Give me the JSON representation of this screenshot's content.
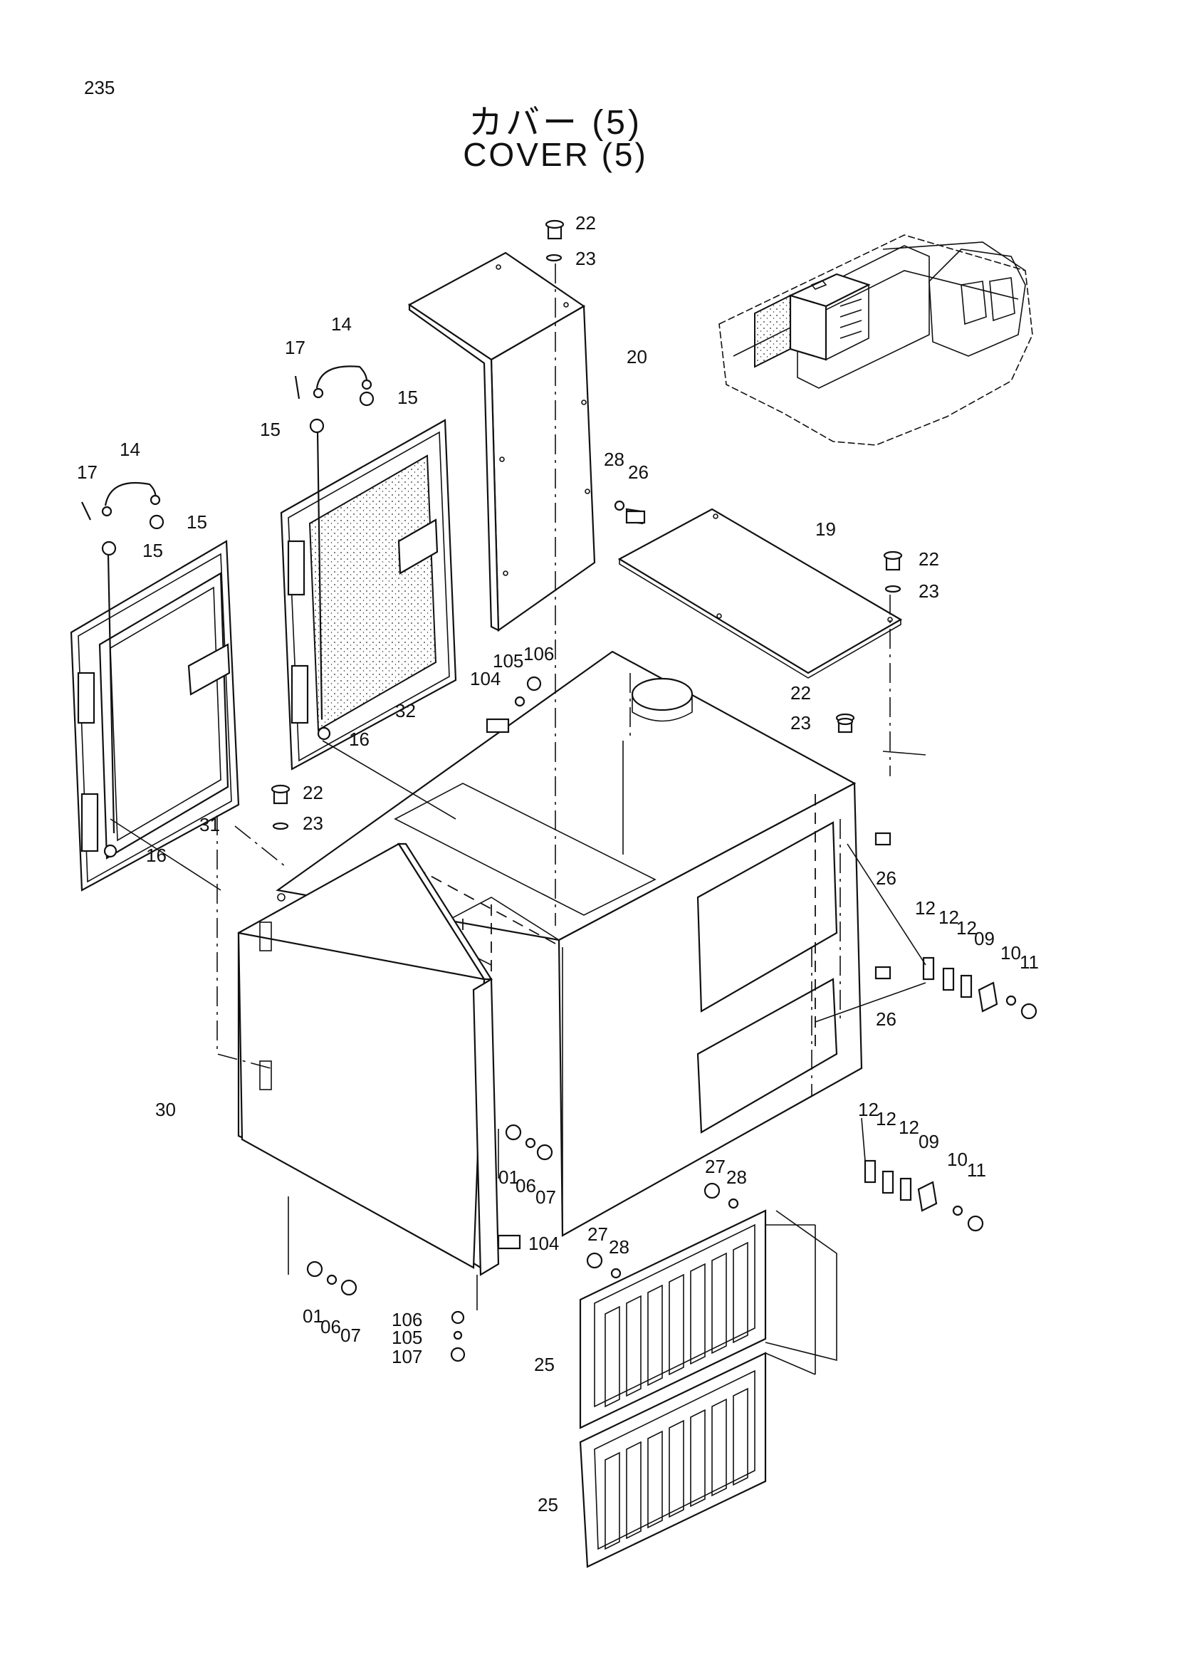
{
  "page_number": "235",
  "title_jp": "カバー (5)",
  "title_en": "COVER (5)",
  "callouts": [
    {
      "id": "c-22a",
      "text": "22"
    },
    {
      "id": "c-23a",
      "text": "23"
    },
    {
      "id": "c-20",
      "text": "20"
    },
    {
      "id": "c-14a",
      "text": "14"
    },
    {
      "id": "c-17a",
      "text": "17"
    },
    {
      "id": "c-15a",
      "text": "15"
    },
    {
      "id": "c-15b",
      "text": "15"
    },
    {
      "id": "c-28a",
      "text": "28"
    },
    {
      "id": "c-26a",
      "text": "26"
    },
    {
      "id": "c-14b",
      "text": "14"
    },
    {
      "id": "c-17b",
      "text": "17"
    },
    {
      "id": "c-15c",
      "text": "15"
    },
    {
      "id": "c-15d",
      "text": "15"
    },
    {
      "id": "c-19",
      "text": "19"
    },
    {
      "id": "c-22b",
      "text": "22"
    },
    {
      "id": "c-23b",
      "text": "23"
    },
    {
      "id": "c-104a",
      "text": "104"
    },
    {
      "id": "c-105a",
      "text": "105"
    },
    {
      "id": "c-106a",
      "text": "106"
    },
    {
      "id": "c-32",
      "text": "32"
    },
    {
      "id": "c-16a",
      "text": "16"
    },
    {
      "id": "c-22c",
      "text": "22"
    },
    {
      "id": "c-23c",
      "text": "23"
    },
    {
      "id": "c-22d",
      "text": "22"
    },
    {
      "id": "c-23d",
      "text": "23"
    },
    {
      "id": "c-31",
      "text": "31"
    },
    {
      "id": "c-16b",
      "text": "16"
    },
    {
      "id": "c-26b",
      "text": "26"
    },
    {
      "id": "c-12a",
      "text": "12"
    },
    {
      "id": "c-12b",
      "text": "12"
    },
    {
      "id": "c-12c",
      "text": "12"
    },
    {
      "id": "c-09a",
      "text": "09"
    },
    {
      "id": "c-10a",
      "text": "10"
    },
    {
      "id": "c-11a",
      "text": "11"
    },
    {
      "id": "c-26c",
      "text": "26"
    },
    {
      "id": "c-30",
      "text": "30"
    },
    {
      "id": "c-01a",
      "text": "01"
    },
    {
      "id": "c-06a",
      "text": "06"
    },
    {
      "id": "c-07a",
      "text": "07"
    },
    {
      "id": "c-12d",
      "text": "12"
    },
    {
      "id": "c-12e",
      "text": "12"
    },
    {
      "id": "c-12f",
      "text": "12"
    },
    {
      "id": "c-09b",
      "text": "09"
    },
    {
      "id": "c-10b",
      "text": "10"
    },
    {
      "id": "c-11b",
      "text": "11"
    },
    {
      "id": "c-27a",
      "text": "27"
    },
    {
      "id": "c-28b",
      "text": "28"
    },
    {
      "id": "c-104b",
      "text": "104"
    },
    {
      "id": "c-27b",
      "text": "27"
    },
    {
      "id": "c-28c",
      "text": "28"
    },
    {
      "id": "c-01b",
      "text": "01"
    },
    {
      "id": "c-06b",
      "text": "06"
    },
    {
      "id": "c-07b",
      "text": "07"
    },
    {
      "id": "c-106b",
      "text": "106"
    },
    {
      "id": "c-105b",
      "text": "105"
    },
    {
      "id": "c-107",
      "text": "107"
    },
    {
      "id": "c-25a",
      "text": "25"
    },
    {
      "id": "c-25b",
      "text": "25"
    }
  ]
}
